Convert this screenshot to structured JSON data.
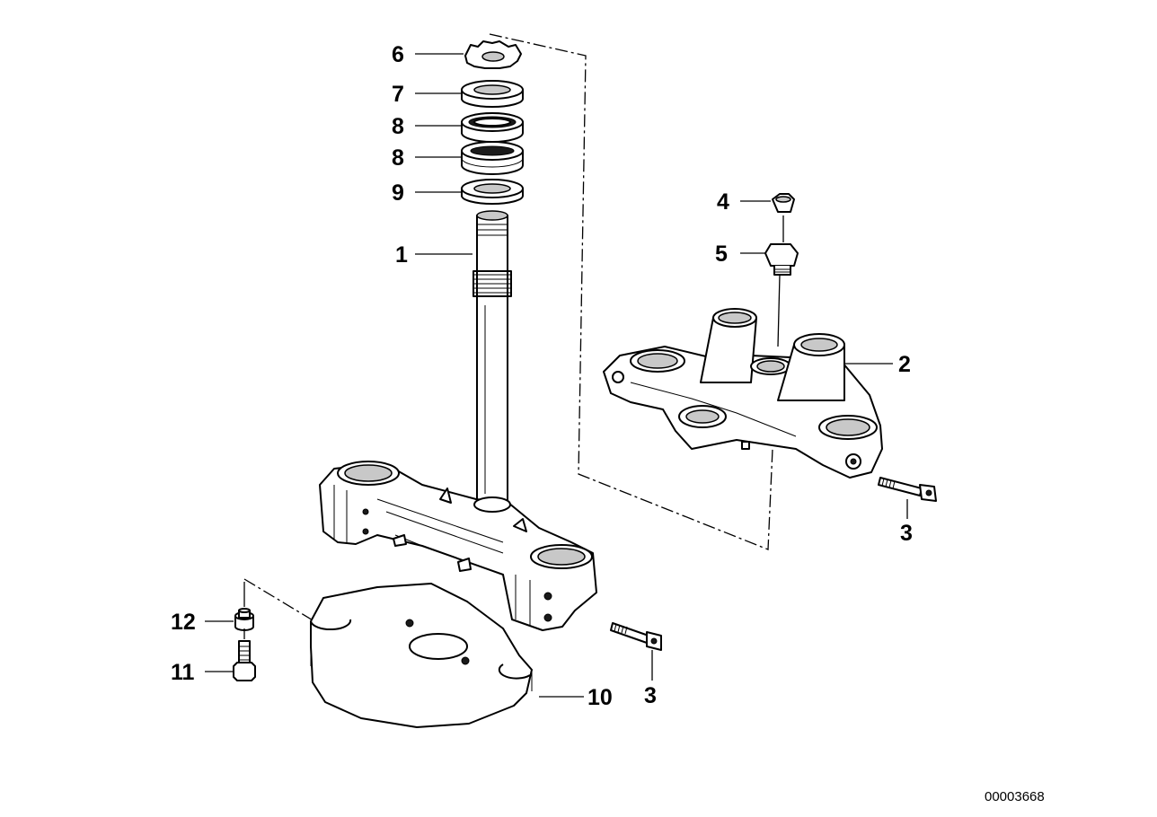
{
  "diagram": {
    "callouts": {
      "c6": "6",
      "c7": "7",
      "c8a": "8",
      "c8b": "8",
      "c9": "9",
      "c1": "1",
      "c4": "4",
      "c5": "5",
      "c2": "2",
      "c3a": "3",
      "c3b": "3",
      "c12": "12",
      "c11": "11",
      "c10": "10"
    },
    "reference_number": "00003668"
  }
}
